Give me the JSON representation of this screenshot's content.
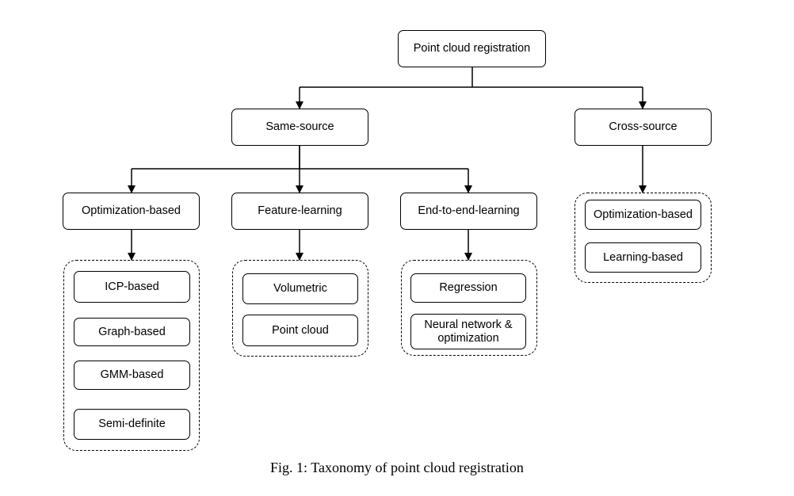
{
  "root": "Point cloud registration",
  "same_source": {
    "label": "Same-source",
    "optimization": {
      "label": "Optimization-based",
      "items": [
        "ICP-based",
        "Graph-based",
        "GMM-based",
        "Semi-definite"
      ]
    },
    "feature": {
      "label": "Feature-learning",
      "items": [
        "Volumetric",
        "Point cloud"
      ]
    },
    "end_to_end": {
      "label": "End-to-end-learning",
      "items": [
        "Regression",
        "Neural network &\noptimization"
      ]
    }
  },
  "cross_source": {
    "label": "Cross-source",
    "items": [
      "Optimization-based",
      "Learning-based"
    ]
  },
  "caption": "Fig. 1: Taxonomy of point cloud registration"
}
